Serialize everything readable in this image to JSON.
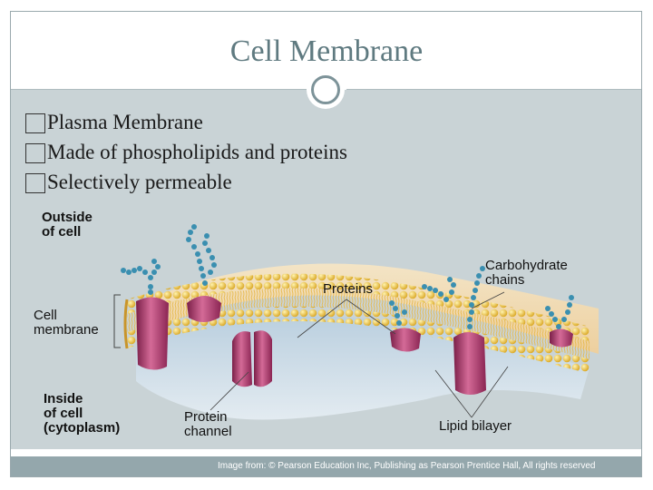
{
  "slide": {
    "title": "Cell Membrane",
    "bullets": [
      {
        "marker": "�",
        "text": "Plasma Membrane"
      },
      {
        "marker": "�",
        "text": "Made of phospholipids and proteins"
      },
      {
        "marker": "�",
        "text": "Selectively permeable"
      }
    ]
  },
  "diagram": {
    "labels": {
      "outside": [
        "Outside",
        "of cell"
      ],
      "cell_membrane": [
        "Cell",
        "membrane"
      ],
      "inside": [
        "Inside",
        "of cell",
        "(cytoplasm)"
      ],
      "proteins": "Proteins",
      "carbohydrate": [
        "Carbohydrate",
        "chains"
      ],
      "protein_channel": [
        "Protein",
        "channel"
      ],
      "lipid_bilayer": "Lipid bilayer"
    }
  },
  "credit": "Image from:  © Pearson Education Inc, Publishing as Pearson Prentice Hall, All rights reserved",
  "colors": {
    "title": "#5f7a80",
    "background": "#c9d3d6",
    "lipid_head": "#f2c94c",
    "protein": "#b23a6e",
    "carbohydrate": "#3a8fb0"
  }
}
